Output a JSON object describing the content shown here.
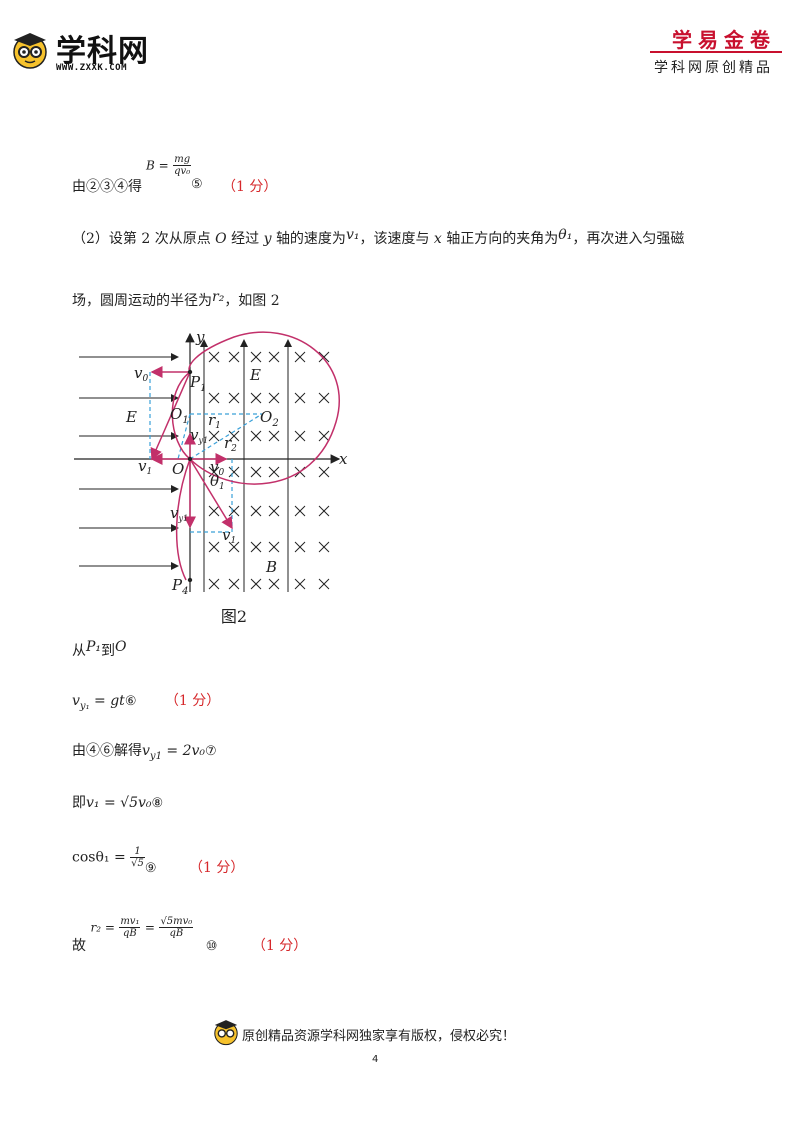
{
  "header": {
    "logo_text": "学科网",
    "logo_url": "WWW.ZXXK.COM",
    "brand_title": "学易金卷",
    "brand_subtitle": "学科网原创精品"
  },
  "lines": {
    "l1_prefix": "由②③④得",
    "l1_formula_lhs": "B =",
    "l1_num": "mg",
    "l1_den": "qv₀",
    "l1_circ": "⑤",
    "l1_score": "（1 分）",
    "l2_a": "（2）设第 2 次从原点",
    "l2_o": "O",
    "l2_b": "经过",
    "l2_y": "y",
    "l2_c": "轴的速度为",
    "l2_v1": "v₁",
    "l2_d": "，该速度与",
    "l2_x": "x",
    "l2_e": "轴正方向的夹角为",
    "l2_theta": "θ₁",
    "l2_f": "，再次进入匀强磁",
    "l3_a": "场，圆周运动的半径为",
    "l3_r2": "r₂",
    "l3_b": "，如图 2",
    "l4_a": "从",
    "l4_p1": "P₁",
    "l4_b": "到",
    "l4_o": "O",
    "l5_formula": "v",
    "l5_sub": "y₁",
    "l5_rest": " = gt",
    "l5_circ": "⑥",
    "l5_score": "（1 分）",
    "l6_a": "由④⑥解得",
    "l6_formula": "v",
    "l6_sub": "y1",
    "l6_rest": " = 2v₀",
    "l6_circ": "⑦",
    "l7_a": "即",
    "l7_formula": "v₁ = √5v₀",
    "l7_circ": "⑧",
    "l8_a": "cosθ₁ =",
    "l8_num": "1",
    "l8_den": "√5",
    "l8_circ": "⑨",
    "l8_score": "（1 分）",
    "l9_a": "故",
    "l9_lhs": "r₂ =",
    "l9_num1": "mv₁",
    "l9_den1": "qB",
    "l9_eq": "=",
    "l9_num2": "√5mv₀",
    "l9_den2": "qB",
    "l9_circ": "⑩",
    "l9_score": "（1 分）"
  },
  "figure": {
    "caption": "图2",
    "labels": {
      "y": "y",
      "x": "x",
      "O": "O",
      "O1": "O",
      "O1_sub": "1",
      "O2": "O",
      "O2_sub": "2",
      "P1": "P",
      "P1_sub": "1",
      "P4": "P",
      "P4_sub": "4",
      "E_left": "E",
      "E_right": "E",
      "B": "B",
      "v0_top": "v",
      "v0_top_sub": "0",
      "v0_mid": "v",
      "v0_mid_sub": "0",
      "v1_left": "v",
      "v1_left_sub": "1",
      "v1_bottom": "v",
      "v1_bottom_sub": "1",
      "vy1": "v",
      "vy1_sub": "y1",
      "vy1b": "v",
      "vy1b_sub": "y1",
      "r1": "r",
      "r1_sub": "1",
      "r2": "r",
      "r2_sub": "2",
      "theta": "θ",
      "theta_sub": "1"
    },
    "colors": {
      "trajectory": "#c2306a",
      "dashed": "#3aa0d8",
      "ink": "#222222"
    }
  },
  "footer": {
    "text": "原创精品资源学科网独家享有版权，侵权必究！",
    "page_number": "4"
  }
}
